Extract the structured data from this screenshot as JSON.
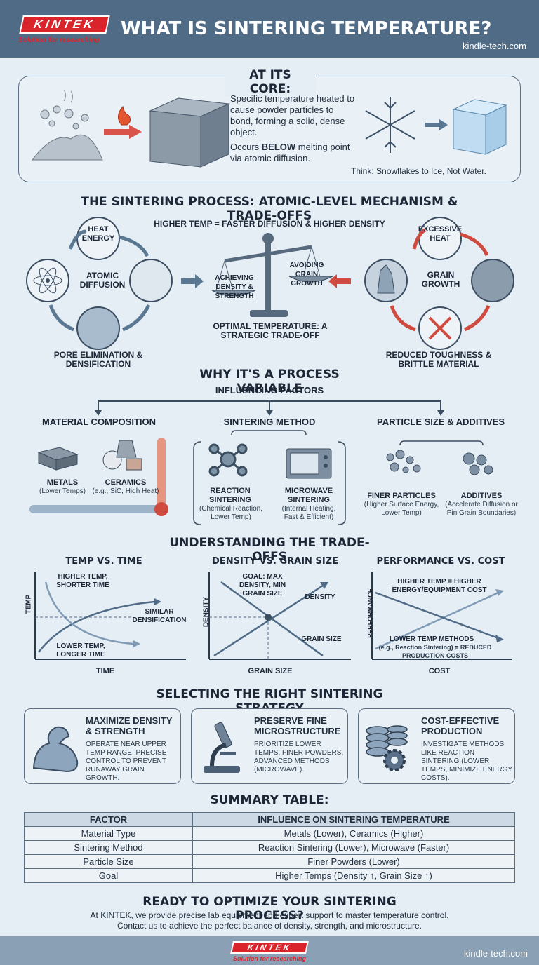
{
  "header": {
    "logo": "KINTEK",
    "tagline": "Solution for researching",
    "title": "WHAT IS SINTERING TEMPERATURE?",
    "url": "kindle-tech.com"
  },
  "core": {
    "title": "AT ITS CORE:",
    "line1": "Specific temperature heated to cause powder particles to bond, forming a solid, dense object.",
    "line2a": "Occurs ",
    "line2b": "BELOW",
    "line2c": " melting point via atomic diffusion.",
    "think": "Think: Snowflakes to Ice, Not Water."
  },
  "process": {
    "title": "THE SINTERING PROCESS: ATOMIC-LEVEL MECHANISM & TRADE-OFFS",
    "subtitle": "HIGHER TEMP = FASTER DIFFUSION & HIGHER DENSITY",
    "heat": "HEAT ENERGY",
    "atomic": "ATOMIC DIFFUSION",
    "pore": "PORE ELIMINATION & DENSIFICATION",
    "achieve": "ACHIEVING DENSITY & STRENGTH",
    "avoid": "AVOIDING GRAIN GROWTH",
    "optimal": "OPTIMAL TEMPERATURE: A STRATEGIC TRADE-OFF",
    "excess": "EXCESSIVE HEAT",
    "grain": "GRAIN GROWTH",
    "reduced": "REDUCED TOUGHNESS & BRITTLE MATERIAL"
  },
  "why": {
    "title": "WHY IT'S A PROCESS VARIABLE",
    "influencing": "INFLUENCING FACTORS",
    "mat_title": "MATERIAL COMPOSITION",
    "metals": "METALS",
    "metals_sub": "(Lower Temps)",
    "ceramics": "CERAMICS",
    "ceramics_sub": "(e.g., SiC, High Heat)",
    "method_title": "SINTERING METHOD",
    "reaction": "REACTION SINTERING",
    "reaction_sub": "(Chemical Reaction, Lower Temp)",
    "microwave": "MICROWAVE SINTERING",
    "microwave_sub": "(Internal Heating, Fast & Efficient)",
    "particle_title": "PARTICLE SIZE & ADDITIVES",
    "finer": "FINER PARTICLES",
    "finer_sub": "(Higher Surface Energy, Lower Temp)",
    "additives": "ADDITIVES",
    "additives_sub": "(Accelerate Diffusion or Pin Grain Boundaries)"
  },
  "tradeoffs": {
    "title": "UNDERSTANDING THE TRADE-OFFS",
    "c1": {
      "title": "TEMP VS. TIME",
      "ylabel": "TEMP",
      "xlabel": "TIME",
      "a1": "HIGHER TEMP, SHORTER TIME",
      "a2": "SIMILAR DENSIFICATION",
      "a3": "LOWER TEMP, LONGER TIME"
    },
    "c2": {
      "title": "DENSITY VS. GRAIN SIZE",
      "ylabel": "DENSITY",
      "xlabel": "GRAIN SIZE",
      "a1": "GOAL: MAX DENSITY, MIN GRAIN SIZE",
      "a2": "DENSITY",
      "a3": "GRAIN SIZE"
    },
    "c3": {
      "title": "PERFORMANCE VS. COST",
      "ylabel": "PERFORMANCE",
      "xlabel": "COST",
      "a1": "HIGHER TEMP = HIGHER ENERGY/EQUIPMENT COST",
      "a2": "LOWER TEMP METHODS",
      "a3": "(e.g., Reaction Sintering) = REDUCED PRODUCTION COSTS"
    }
  },
  "strategy": {
    "title": "SELECTING THE RIGHT SINTERING STRATEGY",
    "s1": {
      "head": "MAXIMIZE DENSITY & STRENGTH",
      "body": "OPERATE NEAR UPPER TEMP RANGE. PRECISE CONTROL TO PREVENT RUNAWAY GRAIN GROWTH."
    },
    "s2": {
      "head": "PRESERVE FINE MICROSTRUCTURE",
      "body": "PRIORITIZE LOWER TEMPS, FINER POWDERS, ADVANCED METHODS (MICROWAVE)."
    },
    "s3": {
      "head": "COST-EFFECTIVE PRODUCTION",
      "body": "INVESTIGATE METHODS LIKE REACTION SINTERING (LOWER TEMPS, MINIMIZE ENERGY COSTS)."
    }
  },
  "summary": {
    "title": "SUMMARY TABLE:",
    "h1": "FACTOR",
    "h2": "INFLUENCE ON SINTERING TEMPERATURE",
    "rows": [
      [
        "Material Type",
        "Metals (Lower), Ceramics (Higher)"
      ],
      [
        "Sintering Method",
        "Reaction Sintering (Lower), Microwave (Faster)"
      ],
      [
        "Particle Size",
        "Finer Powders (Lower)"
      ],
      [
        "Goal",
        "Higher Temps (Density ↑, Grain Size ↑)"
      ]
    ]
  },
  "cta": {
    "title": "READY TO OPTIMIZE YOUR SINTERING PROCESS?",
    "l1": "At KINTEK, we provide precise lab equipment and expert support to master temperature control.",
    "l2": "Contact us to achieve the perfect balance of density, strength, and microstructure."
  },
  "footer": {
    "logo": "KINTEK",
    "tagline": "Solution for researching",
    "url": "kindle-tech.com"
  },
  "colors": {
    "header": "#4f6b86",
    "brand": "#d9242b",
    "arrow": "#5b7892",
    "heat": "#cf4a3f"
  }
}
